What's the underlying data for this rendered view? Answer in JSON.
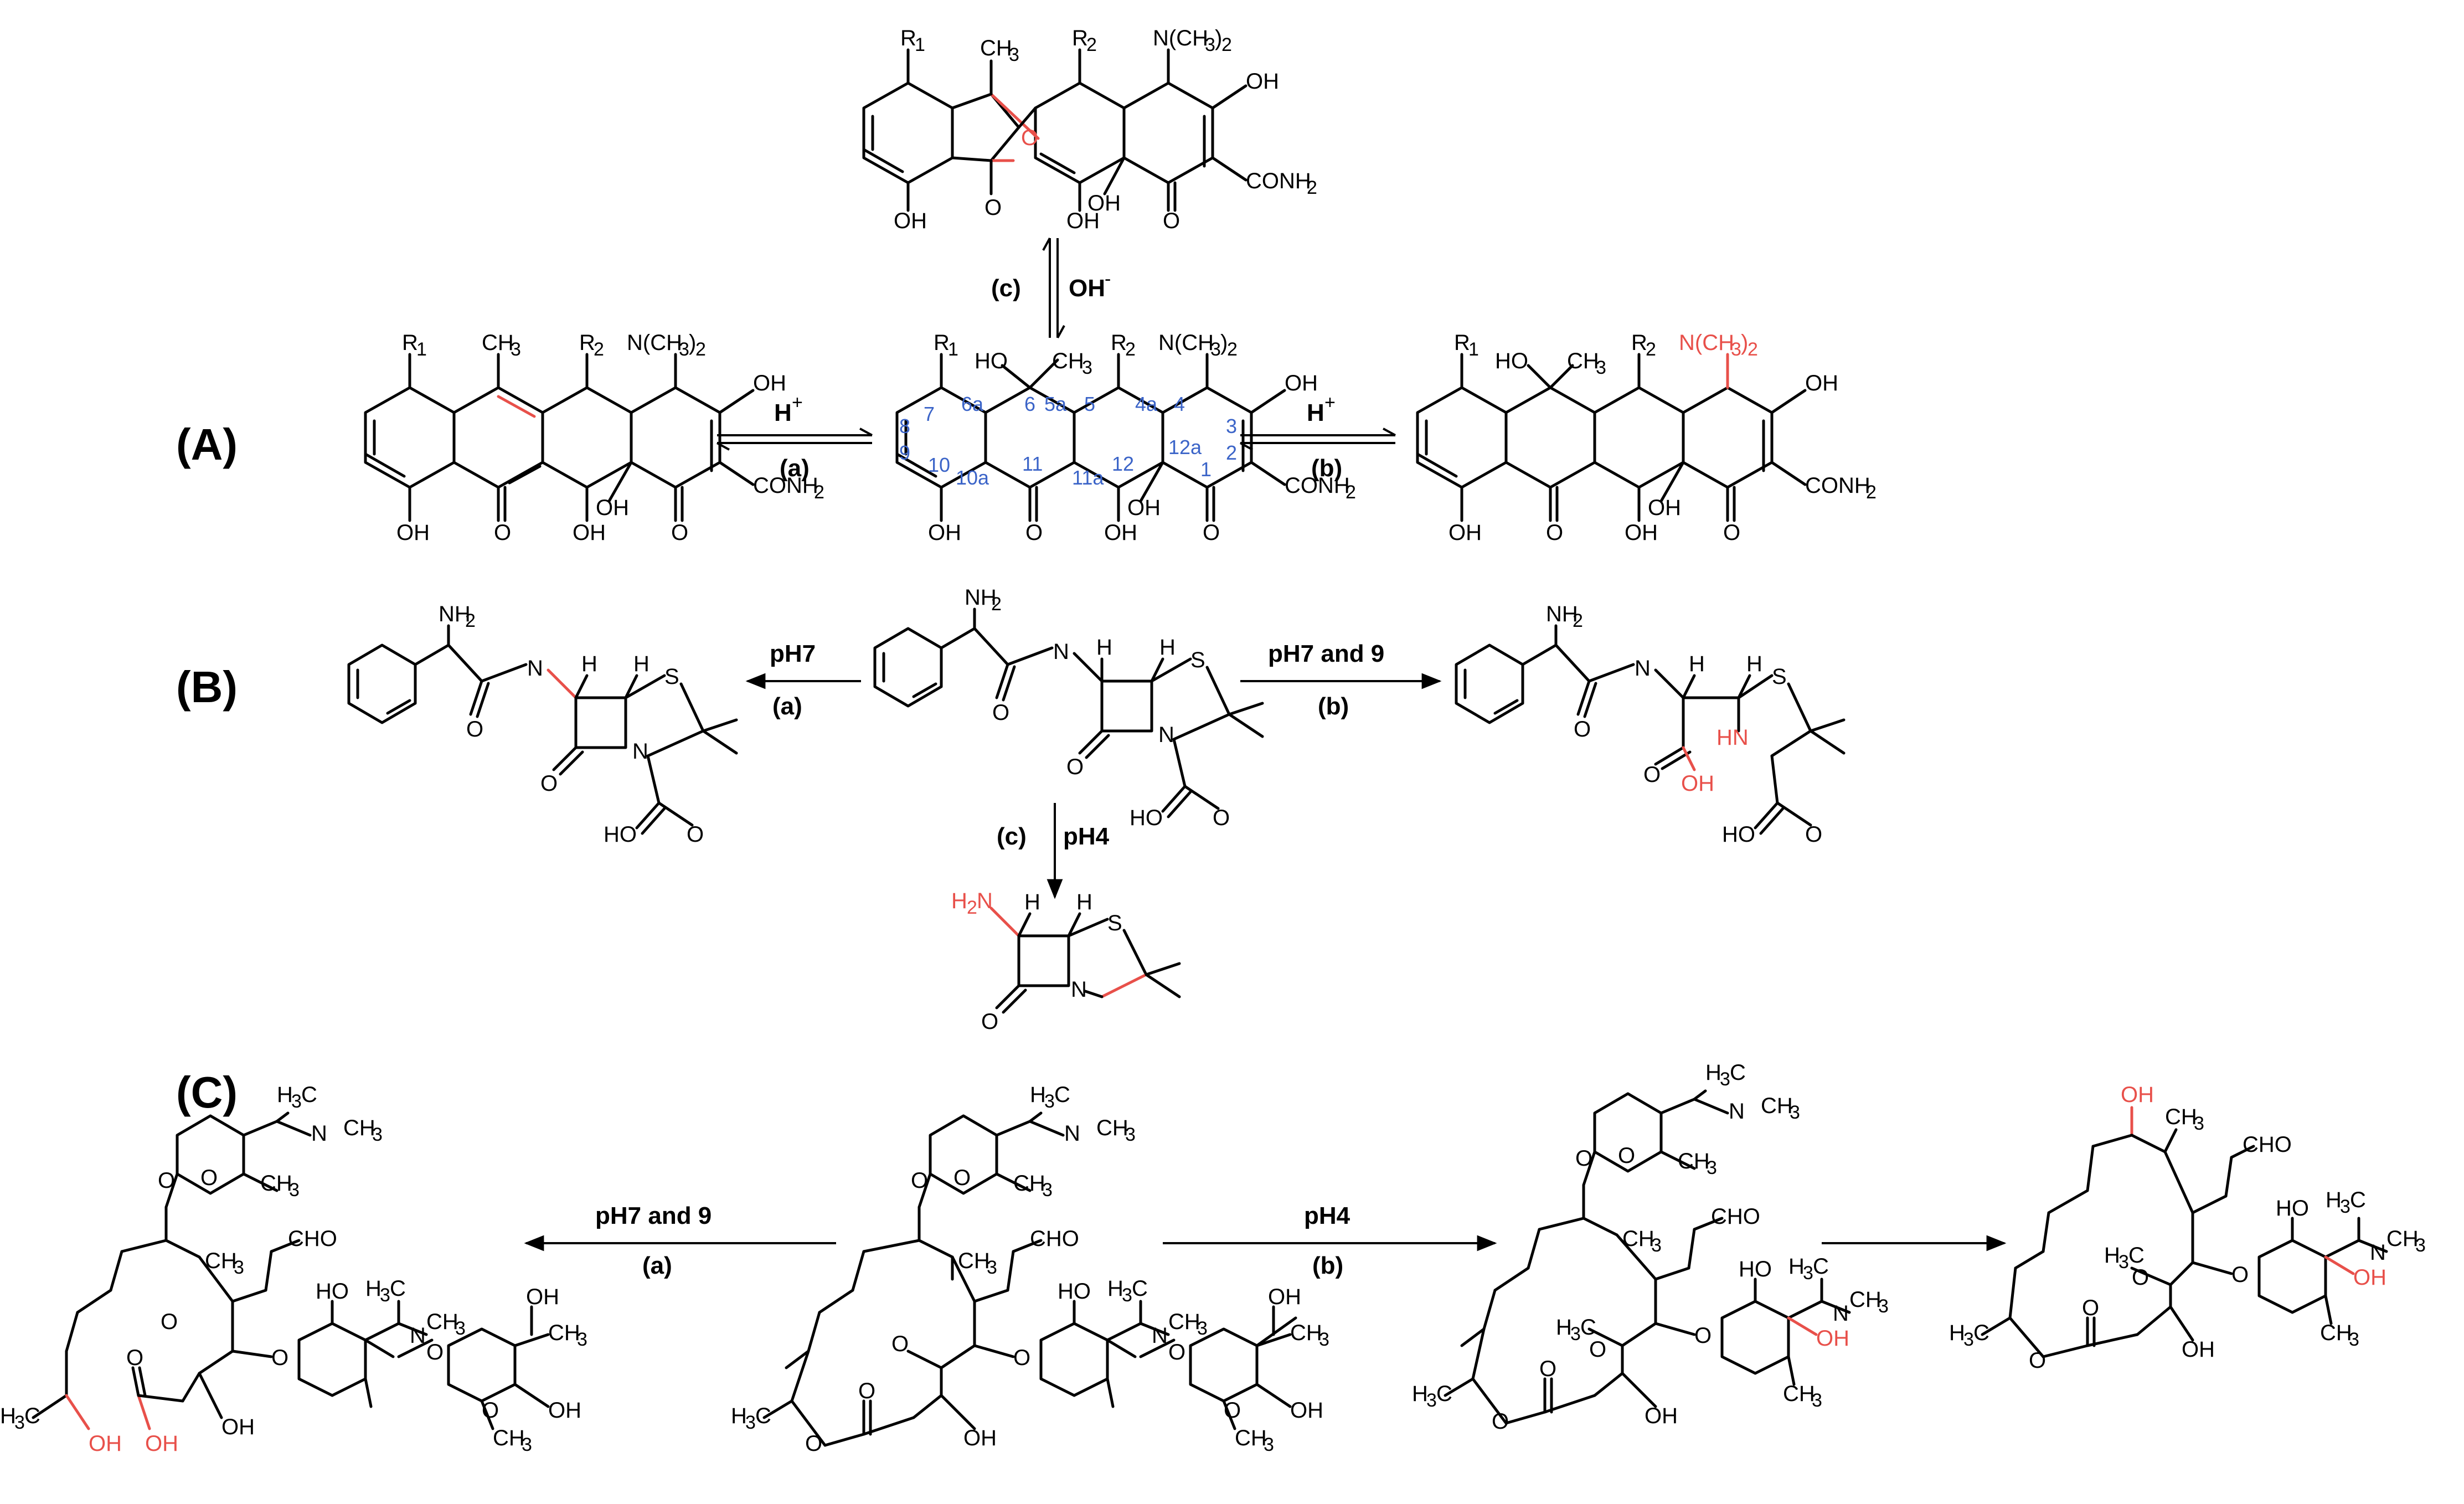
{
  "sections": {
    "A": "(A)",
    "B": "(B)",
    "C": "(C)"
  },
  "panelA": {
    "top_conditions": {
      "label": "(c)",
      "reagent": "OH",
      "reagent_sup": "-"
    },
    "left_conditions": {
      "reagent": "H",
      "reagent_sup": "+",
      "label": "(a)"
    },
    "right_conditions": {
      "reagent": "H",
      "reagent_sup": "+",
      "label": "(b)"
    },
    "atoms": {
      "R1": "R",
      "R1_sub": "1",
      "R2": "R",
      "R2_sub": "2",
      "CH3": "CH",
      "CH3_sub": "3",
      "NMe2": "N(CH",
      "NMe2_sub": "3",
      "NMe2_close": ")",
      "NMe2_sub2": "2",
      "OH": "OH",
      "O": "O",
      "HO": "HO",
      "CONH2": "CONH",
      "CONH2_sub": "2"
    },
    "ring_numbers": [
      "7",
      "8",
      "9",
      "10",
      "10a",
      "6a",
      "6",
      "5a",
      "5",
      "4a",
      "4",
      "3",
      "2",
      "1",
      "12a",
      "12",
      "11a",
      "11"
    ]
  },
  "panelB": {
    "left_conditions": {
      "reagent": "pH7",
      "label": "(a)"
    },
    "right_conditions": {
      "reagent": "pH7 and 9",
      "label": "(b)"
    },
    "down_conditions": {
      "label": "(c)",
      "reagent": "pH4"
    },
    "atoms": {
      "NH2": "NH",
      "NH2_sub": "2",
      "H2N": "H",
      "H2N_mid": "2",
      "H2N_end": "N",
      "N": "N",
      "H": "H",
      "S": "S",
      "O": "O",
      "HO": "HO",
      "OH": "OH",
      "HN": "HN"
    }
  },
  "panelC": {
    "left_conditions": {
      "reagent": "pH7 and 9",
      "label": "(a)"
    },
    "right_conditions": {
      "reagent": "pH4",
      "label": "(b)"
    },
    "atoms": {
      "H3C": "H",
      "H3C_sub": "3",
      "H3C_end": "C",
      "CH3": "CH",
      "CH3_sub": "3",
      "N": "N",
      "O": "O",
      "OH": "OH",
      "HO": "HO",
      "CHO": "CHO"
    }
  },
  "colors": {
    "ink": "#000000",
    "highlight": "#e8504a",
    "numbering": "#3b64c8",
    "background": "#ffffff"
  }
}
